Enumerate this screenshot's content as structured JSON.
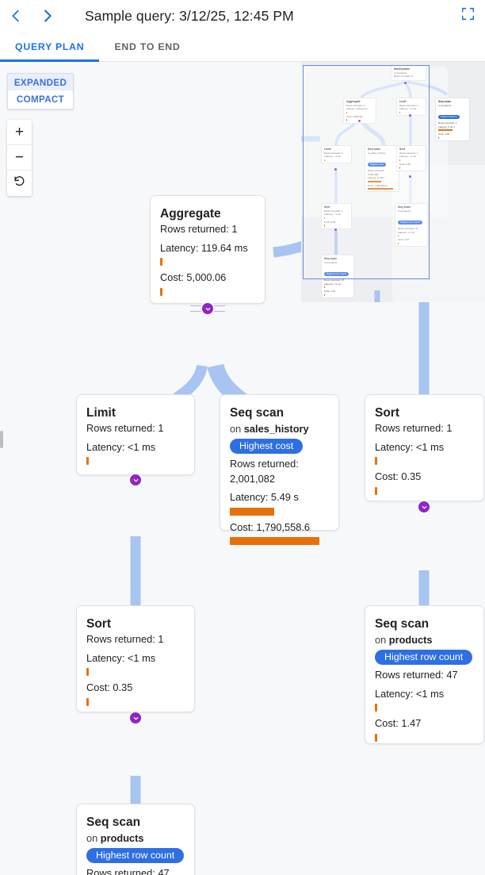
{
  "header": {
    "title": "Sample query: 3/12/25, 12:45 PM",
    "back_icon": "chevron-left-icon",
    "forward_icon": "chevron-right-icon",
    "fullscreen_icon": "fullscreen-icon"
  },
  "tabs": [
    {
      "label": "QUERY PLAN",
      "active": true
    },
    {
      "label": "END TO END",
      "active": false
    }
  ],
  "controls": {
    "expanded_label": "EXPANDED",
    "compact_label": "COMPACT",
    "selected_mode": "EXPANDED",
    "zoom_in": "+",
    "zoom_out": "−",
    "reset_icon": "rotate-ccw-icon"
  },
  "colors": {
    "accent": "#1a73e8",
    "badge": "#2f6fe4",
    "bar": "#e8700a",
    "edge": "#a8c4f0",
    "toggle": "#8e24c9",
    "canvas": "#f7f8fa"
  },
  "nodes": {
    "aggregate": {
      "title": "Aggregate",
      "rows": "Rows returned: 1",
      "latency": "Latency: 119.64 ms",
      "cost": "Cost: 5,000.06",
      "latency_bar_pct": 3,
      "cost_bar_pct": 3
    },
    "limit_top": {
      "title": "Limit",
      "rows": "Rows returned: 1",
      "latency": "Latency: <1 ms",
      "latency_bar_pct": 2
    },
    "seqscan_sales_history": {
      "title": "Seq scan",
      "on_prefix": "on ",
      "on_table": "sales_history",
      "badge": "Highest cost",
      "rows": "Rows returned:",
      "rows_value": "2,001,082",
      "latency": "Latency: 5.49 s",
      "cost": "Cost: 1,790,558.6",
      "latency_bar_pct": 40,
      "cost_bar_pct": 82
    },
    "sort_top": {
      "title": "Sort",
      "rows": "Rows returned: 1",
      "latency": "Latency: <1 ms",
      "cost": "Cost: 0.35",
      "latency_bar_pct": 2,
      "cost_bar_pct": 2
    },
    "sort_mid": {
      "title": "Sort",
      "rows": "Rows returned: 1",
      "latency": "Latency: <1 ms",
      "cost": "Cost: 0.35",
      "latency_bar_pct": 2,
      "cost_bar_pct": 2
    },
    "seqscan_products_right": {
      "title": "Seq scan",
      "on_prefix": "on ",
      "on_table": "products",
      "badge": "Highest row count",
      "rows": "Rows returned: 47",
      "latency": "Latency: <1 ms",
      "cost": "Cost: 1.47",
      "latency_bar_pct": 2,
      "cost_bar_pct": 2
    },
    "seqscan_products_bottom": {
      "title": "Seq scan",
      "on_prefix": "on ",
      "on_table": "products",
      "badge": "Highest row count",
      "rows": "Rows returned: 47"
    }
  },
  "ghost_node": {
    "title": "Modifytable",
    "on_prefix": "on ",
    "on_table": "products",
    "rows": "Rows returned: 0"
  },
  "minimap": {
    "nodes": [
      {
        "id": "mm-modifytable",
        "title": "Modifytable",
        "sub": [
          "on products",
          "Rows returned: 0"
        ],
        "badge": null,
        "bars": []
      },
      {
        "id": "mm-aggregate",
        "title": "Aggregate",
        "sub": [
          "Rows returned: 1",
          "Latency: 119.64 ms"
        ],
        "badge": null,
        "bars": [
          "tick"
        ],
        "extra": "Cost: 5,000.06",
        "extra_bar": "tick"
      },
      {
        "id": "mm-limit-a",
        "title": "Limit",
        "sub": [
          "Rows returned: 1",
          "Latency: <1 ms"
        ],
        "badge": null,
        "bars": [
          "tick"
        ]
      },
      {
        "id": "mm-seqscan-products-lat",
        "title": "Seq scan",
        "sub": [
          "on products"
        ],
        "badge": "Highest latency",
        "sub2": [
          "Rows returned: 1",
          "Latency: 5.41 s"
        ],
        "bars": [
          "bar"
        ],
        "extra": "Cost: 1.50",
        "extra_bar": "tick"
      },
      {
        "id": "mm-limit-b",
        "title": "Limit",
        "sub": [
          "Rows returned: 1",
          "Latency: <1 ms"
        ],
        "badge": null,
        "bars": [
          "tick"
        ]
      },
      {
        "id": "mm-seqscan-sales",
        "title": "Seq scan",
        "sub": [
          "on sales_history"
        ],
        "badge": "Highest cost",
        "sub2": [
          "Rows returned:",
          "2,001,082",
          "Latency: 5.49 s"
        ],
        "bars": [
          "bar"
        ],
        "extra": "Cost: 1,790,558.6",
        "extra_bar": "bar"
      },
      {
        "id": "mm-sort-a",
        "title": "Sort",
        "sub": [
          "Rows returned: 1",
          "Latency: <1 ms"
        ],
        "badge": null,
        "bars": [
          "tick"
        ],
        "extra": "Cost: 0.35",
        "extra_bar": "tick"
      },
      {
        "id": "mm-sort-b",
        "title": "Sort",
        "sub": [
          "Rows returned: 1",
          "Latency: <1 ms"
        ],
        "badge": null,
        "bars": [
          "tick"
        ],
        "extra": "Cost: 0.35",
        "extra_bar": "tick"
      },
      {
        "id": "mm-seqscan-products-rows",
        "title": "Seq scan",
        "sub": [
          "on products"
        ],
        "badge": "Highest row count",
        "sub2": [
          "Rows returned: 47",
          "Latency: <1 ms"
        ],
        "bars": [
          "tick"
        ],
        "extra": "Cost: 1.47",
        "extra_bar": "tick"
      },
      {
        "id": "mm-seqscan-products-rows2",
        "title": "Seq scan",
        "sub": [
          "on products"
        ],
        "badge": "Highest row count",
        "sub2": [
          "Rows returned: 47",
          "Latency: <1 ms"
        ],
        "bars": [
          "tick"
        ],
        "extra": "Cost: 1.47",
        "extra_bar": "tick"
      }
    ]
  }
}
